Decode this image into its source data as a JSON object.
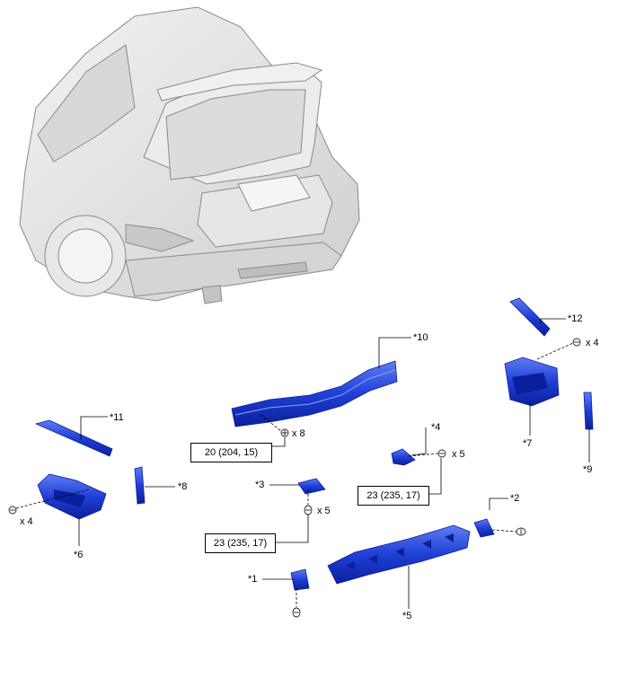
{
  "callouts": {
    "p1": "*1",
    "p2": "*2",
    "p3": "*3",
    "p4": "*4",
    "p5": "*5",
    "p6": "*6",
    "p7": "*7",
    "p8": "*8",
    "p9": "*9",
    "p10": "*10",
    "p11": "*11",
    "p12": "*12"
  },
  "quantities": {
    "q_p10": "x 8",
    "q_p4": "x 5",
    "q_p3": "x 5",
    "q_p6": "x 4",
    "q_p12": "x 4"
  },
  "torque_specs": {
    "spec_p10": "20 (204, 15)",
    "spec_p4": "23 (235, 17)",
    "spec_p3": "23 (235, 17)"
  },
  "colors": {
    "part_blue": "#1f3fd6",
    "part_blue_dark": "#0a1f9c",
    "part_blue_light": "#5f7cf2",
    "car_body": "#e4e4e4",
    "car_line": "#8a8a8a"
  }
}
